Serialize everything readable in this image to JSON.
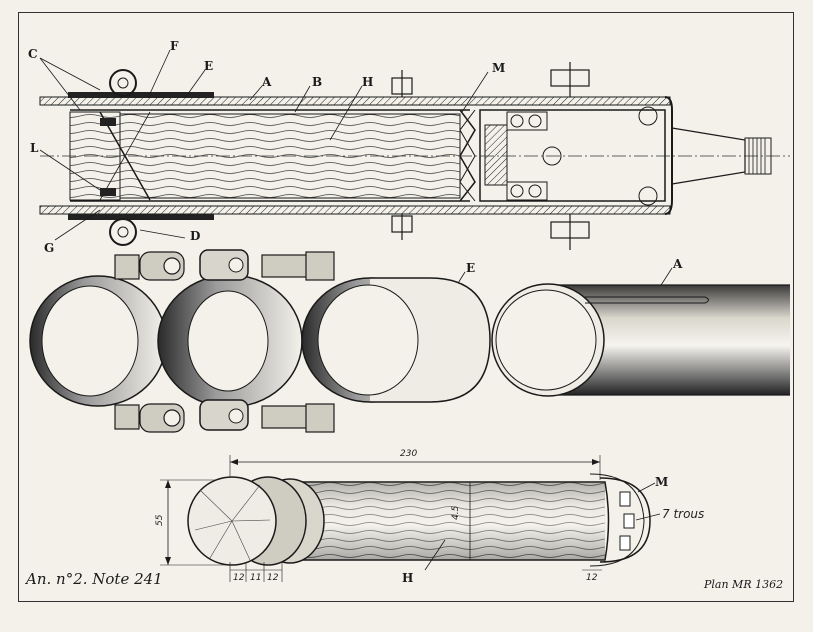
{
  "labels": {
    "C": "C",
    "F": "F",
    "E_top": "E",
    "A_top": "A",
    "B": "B",
    "H_top": "H",
    "M_top": "M",
    "L": "L",
    "G": "G",
    "D": "D",
    "E_mid": "E",
    "A_mid": "A",
    "M_bot": "M",
    "H_bot": "H"
  },
  "dimensions": {
    "length": "230",
    "diameter": "55",
    "inner": "4.5",
    "seg1": "12",
    "seg2": "11",
    "seg3": "12",
    "holes_dim": "12",
    "holes_note": "7 trous"
  },
  "footer": {
    "left": "An. n°2. Note 241",
    "right": "Plan MR 1362"
  },
  "colors": {
    "ink": "#1a1a1a",
    "paper": "#f3f1ea",
    "shade": "#5a5a5a"
  }
}
